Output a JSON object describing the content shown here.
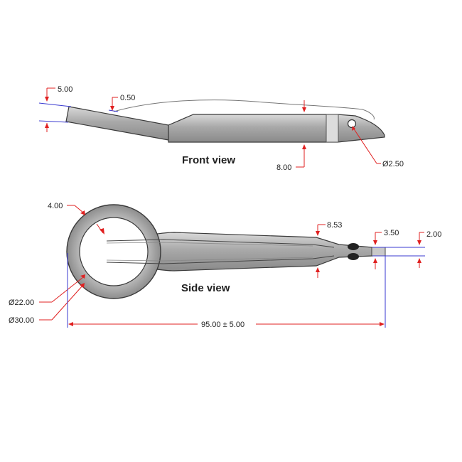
{
  "views": {
    "front": "Front view",
    "side": "Side view"
  },
  "dimensions": {
    "front_tip_thickness": "5.00",
    "front_step": "0.50",
    "front_body_height": "8.00",
    "front_hole_dia": "Ø2.50",
    "ring_width": "4.00",
    "ring_inner_dia": "Ø22.00",
    "ring_outer_dia": "Ø30.00",
    "neck_width": "8.53",
    "tip_length": "3.50",
    "tip_width": "2.00",
    "overall_length": "95.00 ± 5.00"
  },
  "colors": {
    "dimension_line": "#e02020",
    "extension_line": "#3a3ad0",
    "part_fill": "#a8a8a8",
    "outline": "#3a3a3a"
  }
}
